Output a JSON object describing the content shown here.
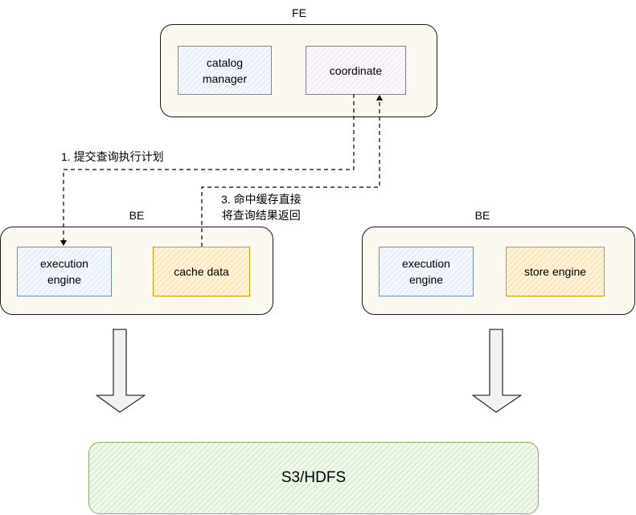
{
  "fe": {
    "title": "FE",
    "catalog_manager": "catalog\nmanager",
    "coordinate": "coordinate"
  },
  "be_left": {
    "title": "BE",
    "execution_engine": "execution\nengine",
    "cache_data": "cache data"
  },
  "be_right": {
    "title": "BE",
    "execution_engine": "execution\nengine",
    "store_engine": "store engine"
  },
  "storage": {
    "label": "S3/HDFS"
  },
  "edges": {
    "step1": "1. 提交查询执行计划",
    "step3": "3. 命中缓存直接\n将查询结果返回"
  },
  "colors": {
    "blue_stroke": "#6c8ebf",
    "purple_stroke": "#9673a6",
    "orange_stroke": "#d79b00",
    "green_stroke": "#82b366",
    "container_fill": "#fbf8ef"
  }
}
